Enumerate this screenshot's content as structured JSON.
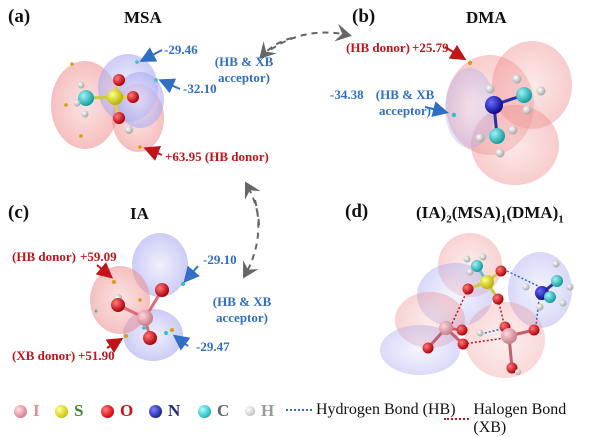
{
  "panels": {
    "a": {
      "label": "(a)",
      "title": "MSA",
      "values": {
        "neg1": "-29.46",
        "neg2": "-32.10",
        "pos": "+63.95 (HB donor)"
      },
      "acceptor_line1": "(HB & XB",
      "acceptor_line2": "acceptor)"
    },
    "b": {
      "label": "(b)",
      "title": "DMA",
      "donor": "(HB donor)",
      "pos": "+25.79",
      "neg": "-34.38",
      "acceptor_line1": "(HB & XB",
      "acceptor_line2": "acceptor)"
    },
    "c": {
      "label": "(c)",
      "title": "IA",
      "hb_donor": "(HB donor)",
      "pos1": "+59.09",
      "xb_donor": "(XB donor)",
      "pos2": "+51.90",
      "neg1": "-29.10",
      "neg2": "-29.47",
      "acceptor_line1": "(HB & XB",
      "acceptor_line2": "acceptor)"
    },
    "d": {
      "label": "(d)",
      "title_parts": [
        "(IA)",
        "2",
        "(MSA)",
        "1",
        "(DMA)",
        "1"
      ]
    }
  },
  "legend": {
    "atoms": [
      {
        "symbol": "I",
        "ball_color": "#f2a7b3",
        "text_color": "#e78a98"
      },
      {
        "symbol": "S",
        "ball_color": "#e6e21e",
        "text_color": "#3d8a2a"
      },
      {
        "symbol": "O",
        "ball_color": "#e0141b",
        "text_color": "#c0151b"
      },
      {
        "symbol": "N",
        "ball_color": "#2a2fa8",
        "text_color": "#232a7a"
      },
      {
        "symbol": "C",
        "ball_color": "#2ec4c8",
        "text_color": "#666666"
      },
      {
        "symbol": "H",
        "ball_color": "#d8d8d8",
        "text_color": "#9a9a9a"
      }
    ],
    "bonds": [
      {
        "label": "Hydrogen Bond (HB)",
        "color": "#2f6fc6"
      },
      {
        "label": "Halogen Bond (XB)",
        "color": "#c0151b"
      }
    ]
  },
  "colors": {
    "negative": "#2f6fc6",
    "positive": "#c0151b",
    "arrow_gray": "#666666"
  }
}
